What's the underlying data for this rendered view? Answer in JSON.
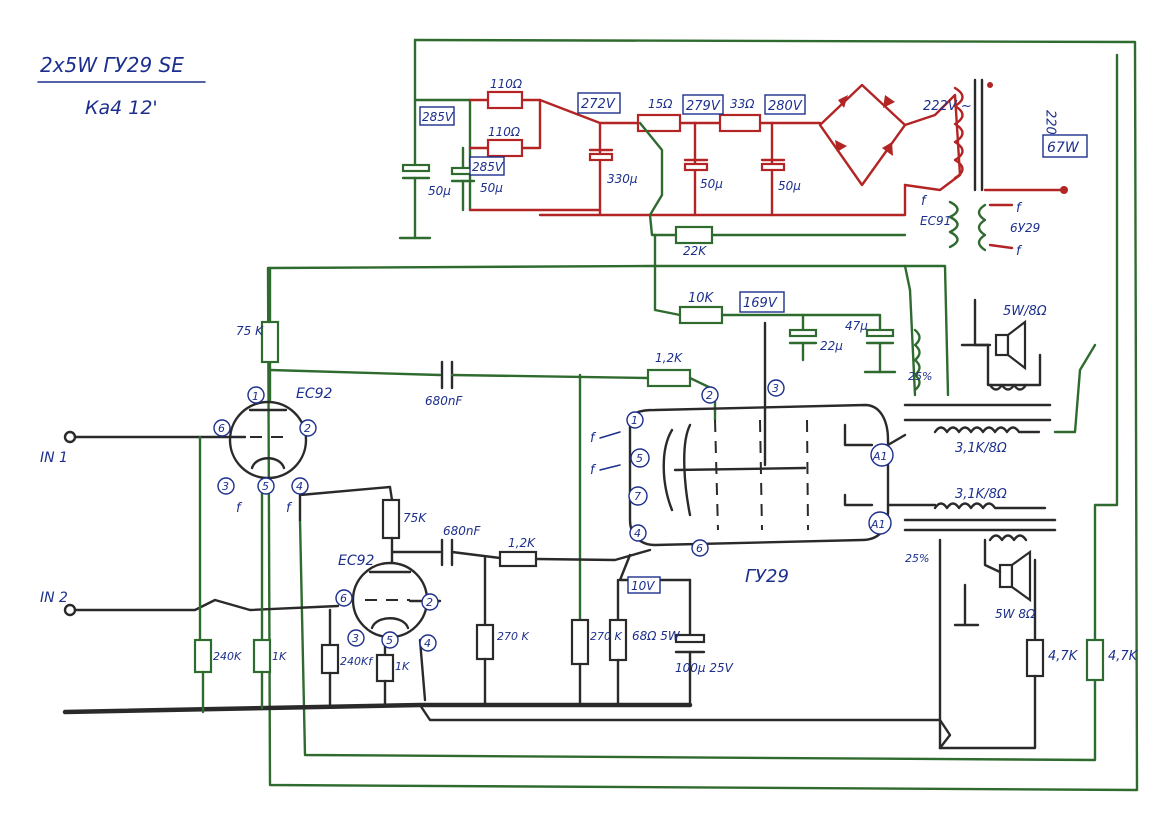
{
  "title": "2x5W ГУ29 SE",
  "subtitle": "Ка4 12'",
  "supply": {
    "voltages": [
      "285V",
      "285V",
      "272V",
      "279V",
      "280V",
      "169V",
      "10V"
    ],
    "mains_primary": "220V ~",
    "transformer_power": "67W",
    "secondary_hv": "222V ~",
    "filament_ec91": "EC91",
    "filament_gu29": "6У29",
    "f_mark": "f"
  },
  "components": {
    "r_110a": "110Ω",
    "r_110b": "110Ω",
    "r_15": "15Ω",
    "r_33": "33Ω",
    "c_50a": "50μ",
    "c_50b": "50μ",
    "c_330": "330μ",
    "c_50c": "50μ",
    "c_50d": "50μ",
    "r_22k": "22K",
    "r_10k": "10K",
    "c_22": "22μ",
    "c_47": "47μ",
    "r_75k": "75 K",
    "c_680_top": "680nF",
    "r_1k2_top": "1,2K",
    "r_240k_a": "240K",
    "r_1k_a": "1K",
    "r_75k_b": "75K",
    "c_680_b": "680nF",
    "r_1k2_b": "1,2K",
    "r_240k_b": "240Kf",
    "r_1k_b": "1K",
    "r_270_a": "270 K",
    "r_270_b": "270 K",
    "r_68": "68Ω 5W",
    "c_100": "100μ 25V",
    "r_4k7_a": "4,7K",
    "r_4k7_b": "4,7K",
    "ot_top": "3,1K/8Ω",
    "ot_bottom": "3,1K/8Ω",
    "pct_top": "25%",
    "pct_bottom": "25%"
  },
  "tubes": {
    "ec92_top": "EC92",
    "ec92_bottom": "EC92",
    "gu29": "ГУ29"
  },
  "io": {
    "in1": "IN 1",
    "in2": "IN 2"
  },
  "speakers": {
    "top": "5W/8Ω",
    "bottom": "5W 8Ω"
  },
  "pins": {
    "p1": "1",
    "p2": "2",
    "p3": "3",
    "p4": "4",
    "p5": "5",
    "p6": "6",
    "gu_1": "1",
    "gu_2": "2",
    "gu_3": "3",
    "gu_4": "4",
    "gu_5": "5",
    "gu_6": "6",
    "gu_7": "7",
    "a1": "A1",
    "a2": "A1"
  },
  "colors": {
    "ground_wiring": "#2f6b2f",
    "hv_wiring": "#b32525",
    "signal_wiring": "#2a2a2a",
    "annotation_ink": "#1c2f8c"
  }
}
